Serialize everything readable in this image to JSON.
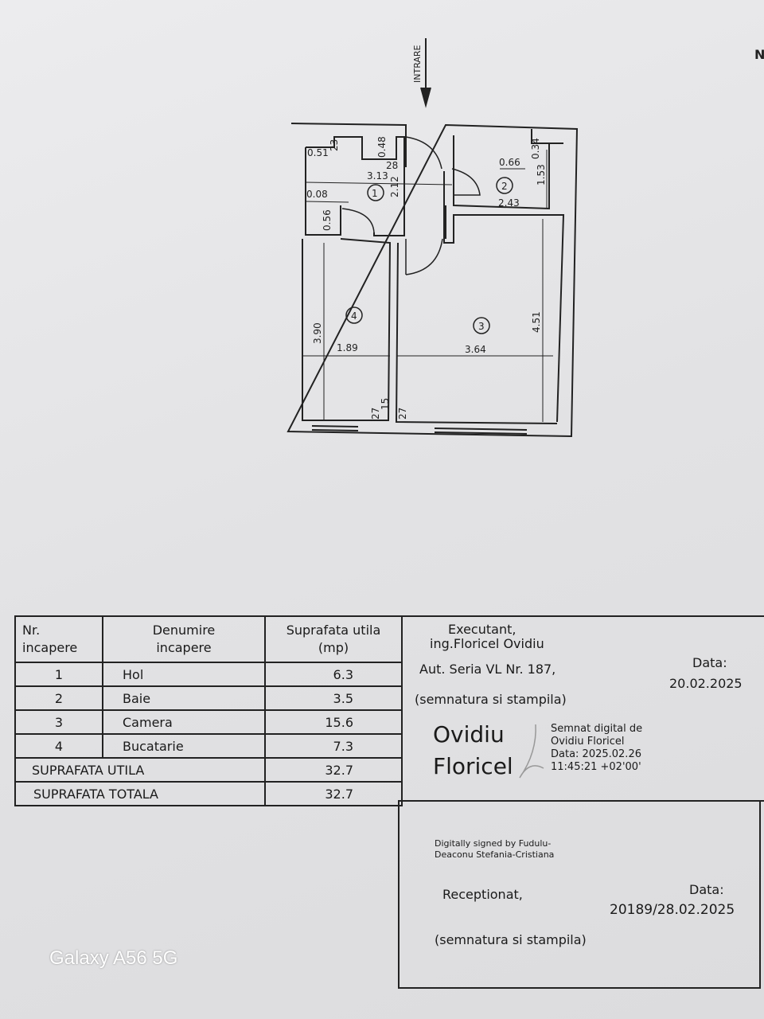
{
  "plan": {
    "entrance_label": "INTRARE",
    "north_label": "N",
    "rooms": [
      {
        "id": "1"
      },
      {
        "id": "2"
      },
      {
        "id": "3"
      },
      {
        "id": "4"
      }
    ],
    "dimensions": {
      "d051": "0.51",
      "d23": "23",
      "d048": "0.48",
      "d28": "28",
      "d313": "3.13",
      "d212": "2.12",
      "d008": "0.08",
      "d056": "0.56",
      "d066": "0.66",
      "d034": "0.34",
      "d153": "1.53",
      "d243": "2.43",
      "d390": "3.90",
      "d189": "1.89",
      "d364": "3.64",
      "d451": "4.51",
      "d27a": "27",
      "d15": "15",
      "d27b": "27"
    }
  },
  "table": {
    "headers": [
      "Nr.\nincapere",
      "Denumire\nincapere",
      "Suprafata  utila\n(mp)"
    ],
    "rows": [
      {
        "nr": "1",
        "name": "Hol",
        "area": "6.3"
      },
      {
        "nr": "2",
        "name": "Baie",
        "area": "3.5"
      },
      {
        "nr": "3",
        "name": "Camera",
        "area": "15.6"
      },
      {
        "nr": "4",
        "name": "Bucatarie",
        "area": "7.3"
      }
    ],
    "util_label": "SUPRAFATA  UTILA",
    "util_value": "32.7",
    "total_label": "SUPRAFATA  TOTALA",
    "total_value": "32.7"
  },
  "executant": {
    "title": "Executant,",
    "name": "ing.Floricel  Ovidiu",
    "aut": "Aut.  Seria  VL  Nr.  187,",
    "sign_note": "(semnatura  si  stampila)",
    "date_label": "Data:",
    "date": "20.02.2025",
    "sig_name1": "Ovidiu",
    "sig_name2": "Floricel",
    "sig_l1": "Semnat digital de",
    "sig_l2": "Ovidiu Floricel",
    "sig_l3": "Data: 2025.02.26",
    "sig_l4": "11:45:21 +02'00'"
  },
  "receptie": {
    "digital1": "Digitally signed by Fudulu-",
    "digital2": "Deaconu Stefania-Cristiana",
    "title": "Receptionat,",
    "date_label": "Data:",
    "date": "20189/28.02.2025",
    "sign_note": "(semnatura  si  stampila)"
  },
  "watermark": "Galaxy A56 5G"
}
